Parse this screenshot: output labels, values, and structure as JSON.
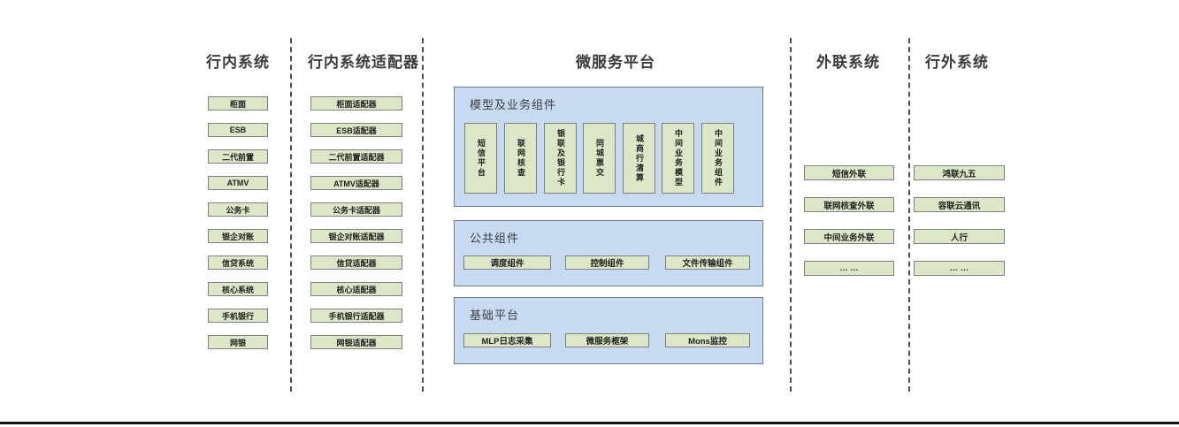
{
  "colors": {
    "box_green_fill": "#dbe7c6",
    "box_border_gray": "#7f7f7f",
    "panel_blue_fill": "#c7daf1",
    "header_text": "#3b3b3b",
    "separator_dash": "#4f4f4f",
    "bottom_rule": "#141414"
  },
  "columns": {
    "internal": {
      "header": "行内系统",
      "items": [
        "柜面",
        "ESB",
        "二代前置",
        "ATMV",
        "公务卡",
        "银企对账",
        "信贷系统",
        "核心系统",
        "手机银行",
        "网银"
      ]
    },
    "adapters": {
      "header": "行内系统适配器",
      "items": [
        "柜面适配器",
        "ESB适配器",
        "二代前置适配器",
        "ATMV适配器",
        "公务卡适配器",
        "银企对账适配器",
        "信贷适配器",
        "核心适配器",
        "手机银行适配器",
        "网银适配器"
      ]
    },
    "platform": {
      "header": "微服务平台",
      "panels": [
        {
          "title": "模型及业务组件",
          "items": [
            "短信平台",
            "联网核查",
            "银联及银行卡",
            "同城票交",
            "城商行清算",
            "中间业务模型",
            "中间业务组件"
          ]
        },
        {
          "title": "公共组件",
          "items": [
            "调度组件",
            "控制组件",
            "文件传输组件"
          ]
        },
        {
          "title": "基础平台",
          "items": [
            "MLP日志采集",
            "微服务框架",
            "Mons监控"
          ]
        }
      ]
    },
    "outreach": {
      "header": "外联系统",
      "items": [
        "短信外联",
        "联网核查外联",
        "中间业务外联",
        "… …"
      ]
    },
    "external": {
      "header": "行外系统",
      "items": [
        "鸿联九五",
        "容联云通讯",
        "人行",
        "… …"
      ]
    }
  }
}
